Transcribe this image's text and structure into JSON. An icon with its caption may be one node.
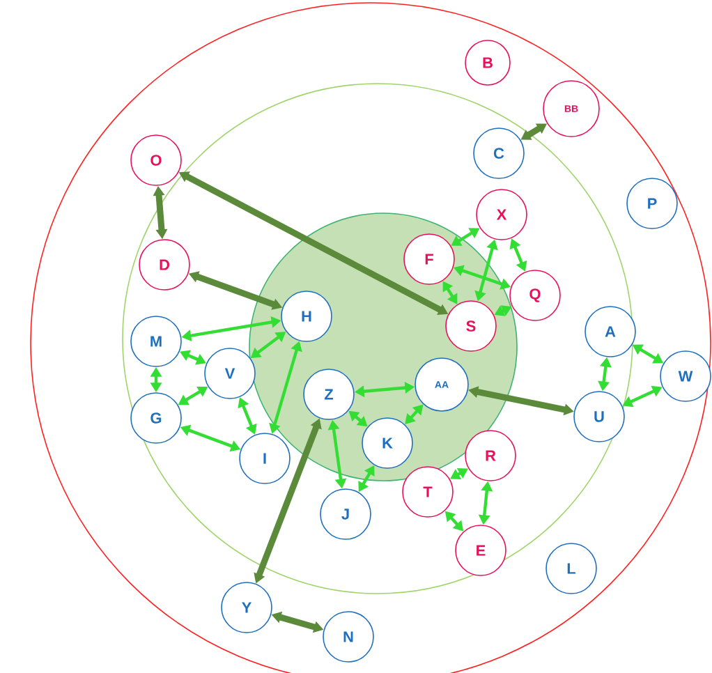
{
  "diagram": {
    "nodes": [
      {
        "text": [],
        "shape": "circle"
      },
      {
        "text": [],
        "shape": "circle",
        "in": 0
      },
      {
        "text": [],
        "shape": "circle",
        "in": 1
      },
      {
        "text": [
          "B"
        ],
        "in": 0
      },
      {
        "text": [
          "BB"
        ],
        "in": 0
      },
      {
        "text": [
          "C"
        ],
        "in": 1
      },
      {
        "text": [
          "P"
        ],
        "in": 0
      },
      {
        "text": [
          "O"
        ],
        "in": 0
      },
      {
        "text": [
          "X"
        ],
        "in": 1
      },
      {
        "text": [
          "F"
        ],
        "in": 2
      },
      {
        "text": [
          "Q"
        ],
        "in": 1
      },
      {
        "text": [
          "D"
        ],
        "in": 1
      },
      {
        "text": [
          "H"
        ],
        "in": 2
      },
      {
        "text": [
          "S"
        ],
        "in": 2
      },
      {
        "text": [
          "A"
        ],
        "in": 1
      },
      {
        "text": [
          "M"
        ],
        "in": 1
      },
      {
        "text": [
          "V"
        ],
        "in": 1
      },
      {
        "text": [
          "W"
        ],
        "in": 0
      },
      {
        "text": [
          "Z"
        ],
        "in": 2
      },
      {
        "text": [
          "AA"
        ],
        "in": 2
      },
      {
        "text": [
          "G"
        ],
        "in": 1
      },
      {
        "text": [
          "U"
        ],
        "in": 1
      },
      {
        "text": [
          "K"
        ],
        "in": 2
      },
      {
        "text": [
          "I"
        ],
        "in": 1
      },
      {
        "text": [
          "R"
        ],
        "in": 1
      },
      {
        "text": [
          "T"
        ],
        "in": 1
      },
      {
        "text": [
          "J"
        ],
        "in": 1
      },
      {
        "text": [
          "E"
        ],
        "in": 1
      },
      {
        "text": [
          "L"
        ],
        "in": 0
      },
      {
        "text": [
          "Y"
        ],
        "in": 0
      },
      {
        "text": [
          "N"
        ],
        "in": 0
      }
    ],
    "edges": [
      {
        "from": 7,
        "to": 11,
        "arrow": "both",
        "style": "thick",
        "color": "#5b8a3a"
      },
      {
        "from": 7,
        "to": 13,
        "arrow": "both",
        "style": "thick",
        "color": "#5b8a3a"
      },
      {
        "from": 11,
        "to": 12,
        "arrow": "both",
        "style": "thick",
        "color": "#5b8a3a"
      },
      {
        "from": 5,
        "to": 4,
        "arrow": "both",
        "style": "thick",
        "color": "#5b8a3a"
      },
      {
        "from": 29,
        "to": 18,
        "arrow": "both",
        "style": "thick",
        "color": "#5b8a3a"
      },
      {
        "from": 29,
        "to": 30,
        "arrow": "both",
        "style": "thick",
        "color": "#5b8a3a"
      },
      {
        "from": 21,
        "to": 19,
        "arrow": "both",
        "style": "thick",
        "color": "#5b8a3a"
      },
      {
        "from": 12,
        "to": 15,
        "arrow": "both"
      },
      {
        "from": 12,
        "to": 16,
        "arrow": "both"
      },
      {
        "from": 12,
        "to": 23,
        "arrow": "both"
      },
      {
        "from": 15,
        "to": 16,
        "arrow": "both"
      },
      {
        "from": 15,
        "to": 20,
        "arrow": "both"
      },
      {
        "from": 16,
        "to": 20,
        "arrow": "both"
      },
      {
        "from": 16,
        "to": 23,
        "arrow": "both"
      },
      {
        "from": 20,
        "to": 23,
        "arrow": "both"
      },
      {
        "from": 8,
        "to": 9,
        "arrow": "both"
      },
      {
        "from": 8,
        "to": 13,
        "arrow": "both"
      },
      {
        "from": 8,
        "to": 10,
        "arrow": "both"
      },
      {
        "from": 9,
        "to": 10,
        "arrow": "both"
      },
      {
        "from": 9,
        "to": 13,
        "arrow": "both"
      },
      {
        "from": 13,
        "to": 10,
        "arrow": "both"
      },
      {
        "from": 18,
        "to": 19,
        "arrow": "both"
      },
      {
        "from": 18,
        "to": 22,
        "arrow": "both"
      },
      {
        "from": 18,
        "to": 26,
        "arrow": "both"
      },
      {
        "from": 22,
        "to": 19,
        "arrow": "both"
      },
      {
        "from": 22,
        "to": 26,
        "arrow": "both"
      },
      {
        "from": 24,
        "to": 25,
        "arrow": "both"
      },
      {
        "from": 24,
        "to": 27,
        "arrow": "both"
      },
      {
        "from": 25,
        "to": 27,
        "arrow": "both"
      },
      {
        "from": 14,
        "to": 21,
        "arrow": "both"
      },
      {
        "from": 14,
        "to": 17,
        "arrow": "both"
      },
      {
        "from": 21,
        "to": 17,
        "arrow": "both"
      }
    ]
  }
}
